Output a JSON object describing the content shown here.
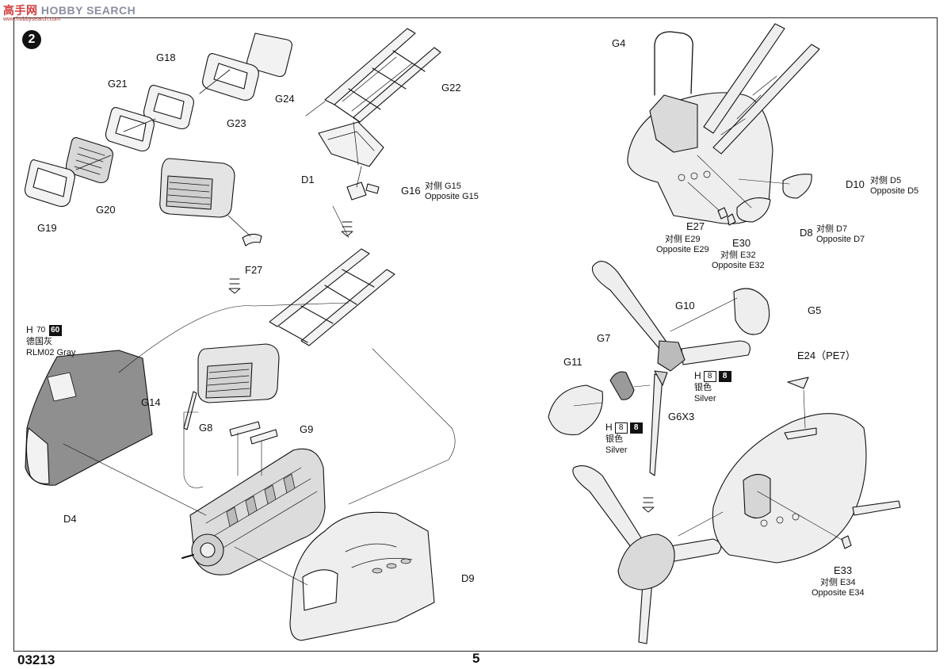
{
  "watermark": {
    "brand_cn": "高手网",
    "brand_en": "HOBBY SEARCH",
    "url": "www.hobbysearch.com"
  },
  "step_number": "2",
  "footer": {
    "product_code": "03213",
    "page_number": "5"
  },
  "labels": {
    "g18": "G18",
    "g21": "G21",
    "g24": "G24",
    "g23": "G23",
    "g20": "G20",
    "g19": "G19",
    "f27": "F27",
    "g22": "G22",
    "d1": "D1",
    "g16": "G16",
    "g4": "G4",
    "d10": "D10",
    "e27": "E27",
    "e30": "E30",
    "d8": "D8",
    "g10": "G10",
    "g5": "G5",
    "g7": "G7",
    "g11": "G11",
    "g6x3": "G6X3",
    "e24": "E24（PE7）",
    "e33": "E33",
    "g14": "G14",
    "g8": "G8",
    "g9": "G9",
    "d4": "D4",
    "d9": "D9"
  },
  "opposite_notes": {
    "g16": {
      "cn": "对侧 G15",
      "en": "Opposite G15"
    },
    "d10": {
      "cn": "对侧 D5",
      "en": "Opposite D5"
    },
    "e27": {
      "cn": "对侧 E29",
      "en": "Opposite E29"
    },
    "e30": {
      "cn": "对侧 E32",
      "en": "Opposite E32"
    },
    "d8": {
      "cn": "对侧 D7",
      "en": "Opposite D7"
    },
    "e33": {
      "cn": "对侧 E34",
      "en": "Opposite E34"
    }
  },
  "paint_callouts": {
    "rlm02": {
      "prefix": "H",
      "num1": "70",
      "num2": "60",
      "name_cn": "德国灰",
      "name_en": "RLM02 Gray"
    },
    "silver_prop": {
      "prefix": "H",
      "num1": "8",
      "num2": "8",
      "name_cn": "银色",
      "name_en": "Silver"
    },
    "silver_hub": {
      "prefix": "H",
      "num1": "8",
      "num2": "8",
      "name_cn": "银色",
      "name_en": "Silver"
    }
  },
  "colors": {
    "ink": "#111111",
    "panel_fill": "#8f8f8f",
    "part_fill": "#e9e9e9",
    "watermark_red": "#d43c3c",
    "watermark_gray": "#8a8fa0"
  },
  "icons": [
    "step-badge",
    "down-arrow-icon",
    "assembly-line"
  ]
}
